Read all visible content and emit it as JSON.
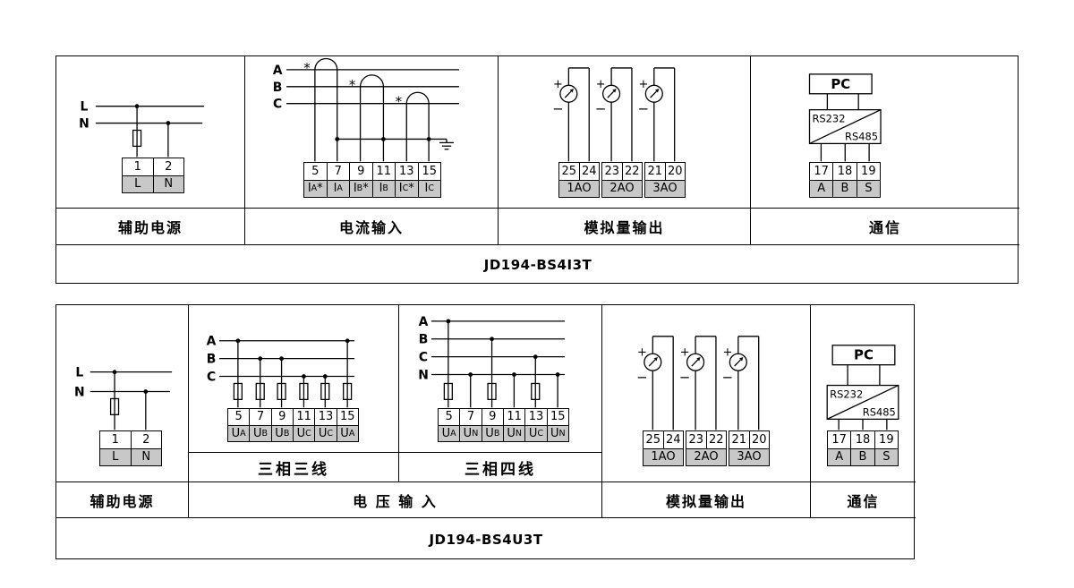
{
  "signs": {
    "plus": "+",
    "minus": "−",
    "star": "*"
  },
  "top": {
    "title": "JD194-BS4I3T",
    "aux": {
      "label": "辅助电源",
      "line_l": "L",
      "line_n": "N",
      "terminals": [
        "1",
        "2"
      ],
      "tlabels": [
        "L",
        "N"
      ]
    },
    "current": {
      "label": "电流输入",
      "phases": [
        "A",
        "B",
        "C"
      ],
      "terminals": [
        "5",
        "7",
        "9",
        "11",
        "13",
        "15"
      ],
      "tlabels": [
        {
          "b": "I",
          "s": "A",
          "p": "*"
        },
        {
          "b": "I",
          "s": "A",
          "p": ""
        },
        {
          "b": "I",
          "s": "B",
          "p": "*"
        },
        {
          "b": "I",
          "s": "B",
          "p": ""
        },
        {
          "b": "I",
          "s": "C",
          "p": "*"
        },
        {
          "b": "I",
          "s": "C",
          "p": ""
        }
      ]
    },
    "analog": {
      "label": "模拟量输出",
      "units": [
        {
          "terminals": [
            "25",
            "24"
          ],
          "name": "1AO"
        },
        {
          "terminals": [
            "23",
            "22"
          ],
          "name": "2AO"
        },
        {
          "terminals": [
            "21",
            "20"
          ],
          "name": "3AO"
        }
      ]
    },
    "comm": {
      "label": "通信",
      "pc": "PC",
      "rs232": "RS232",
      "rs485": "RS485",
      "terminals": [
        "17",
        "18",
        "19"
      ],
      "tlabels": [
        "A",
        "B",
        "S"
      ]
    }
  },
  "bottom": {
    "title": "JD194-BS4U3T",
    "aux": {
      "label": "辅助电源",
      "line_l": "L",
      "line_n": "N",
      "terminals": [
        "1",
        "2"
      ],
      "tlabels": [
        "L",
        "N"
      ]
    },
    "voltage": {
      "label": "电 压 输 入",
      "w3": {
        "sublabel": "三相三线",
        "phases": [
          "A",
          "B",
          "C"
        ],
        "terminals": [
          "5",
          "7",
          "9",
          "11",
          "13",
          "15"
        ],
        "tlabels": [
          {
            "b": "U",
            "s": "A"
          },
          {
            "b": "U",
            "s": "B"
          },
          {
            "b": "U",
            "s": "B"
          },
          {
            "b": "U",
            "s": "C"
          },
          {
            "b": "U",
            "s": "C"
          },
          {
            "b": "U",
            "s": "A"
          }
        ]
      },
      "w4": {
        "sublabel": "三相四线",
        "phases": [
          "A",
          "B",
          "C",
          "N"
        ],
        "terminals": [
          "5",
          "7",
          "9",
          "11",
          "13",
          "15"
        ],
        "tlabels": [
          {
            "b": "U",
            "s": "A"
          },
          {
            "b": "U",
            "s": "N"
          },
          {
            "b": "U",
            "s": "B"
          },
          {
            "b": "U",
            "s": "N"
          },
          {
            "b": "U",
            "s": "C"
          },
          {
            "b": "U",
            "s": "N"
          }
        ]
      }
    },
    "analog": {
      "label": "模拟量输出",
      "units": [
        {
          "terminals": [
            "25",
            "24"
          ],
          "name": "1AO"
        },
        {
          "terminals": [
            "23",
            "22"
          ],
          "name": "2AO"
        },
        {
          "terminals": [
            "21",
            "20"
          ],
          "name": "3AO"
        }
      ]
    },
    "comm": {
      "label": "通信",
      "pc": "PC",
      "rs232": "RS232",
      "rs485": "RS485",
      "terminals": [
        "17",
        "18",
        "19"
      ],
      "tlabels": [
        "A",
        "B",
        "S"
      ]
    }
  }
}
